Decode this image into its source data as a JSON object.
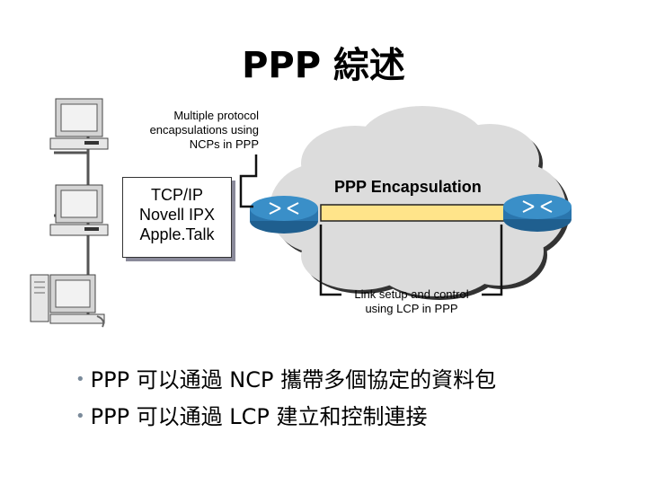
{
  "title": "PPP 綜述",
  "notes": {
    "multiprotocol": [
      "Multiple protocol",
      "encapsulations using",
      "NCPs in PPP"
    ],
    "link_setup": [
      "Link setup and control",
      "using LCP in PPP"
    ]
  },
  "protocols": [
    "TCP/IP",
    "Novell IPX",
    "Apple.Talk"
  ],
  "encapsulation_label": "PPP Encapsulation",
  "bullets": [
    "PPP 可以通過 NCP 攜帶多個協定的資料包",
    "PPP 可以通過 LCP 建立和控制連接"
  ],
  "colors": {
    "cloud": "#dcdcdc",
    "router": "#3a8fc8",
    "link_bar": "#ffe48a",
    "bullet_dot": "#7a8a9a"
  }
}
